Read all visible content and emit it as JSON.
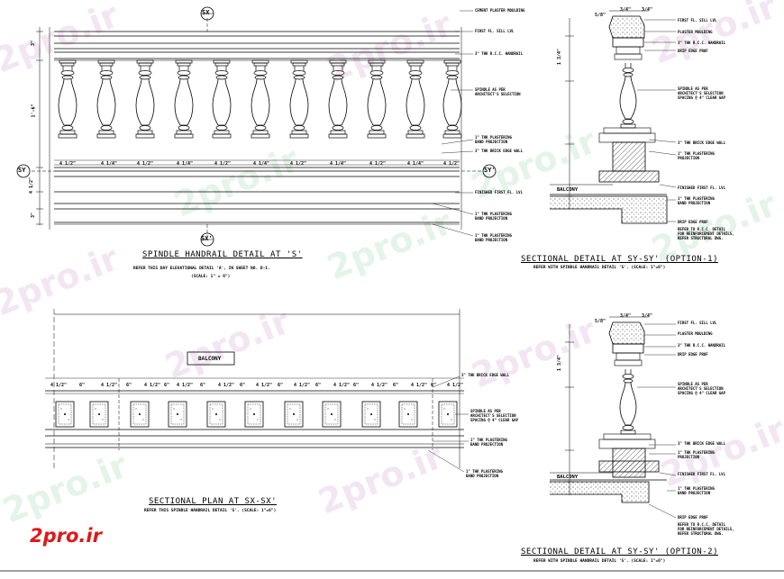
{
  "watermark": "2pro.ir",
  "logo": "2pro.ir",
  "titles": {
    "spindle": "SPINDLE HANDRAIL DETAIL AT 'S'",
    "spindle_sub": "REFER THIS DAY ELEVATIONAL DETAIL 'A', IN SHEET NO. D-1.",
    "spindle_scale": "(SCALE: 1\" = 6\")",
    "plan": "SECTIONAL PLAN AT SX-SX'",
    "plan_sub": "REFER THIS SPINDLE HANDRAIL DETAIL 'S'. (SCALE: 1\"=6\")",
    "sy1": "SECTIONAL DETAIL AT SY-SY' (OPTION-1)",
    "sy1_sub": "REFER WITH SPINDLE HANDRAIL DETAIL 'S'. (SCALE: 1\"=6\")",
    "sy2": "SECTIONAL DETAIL AT SY-SY' (OPTION-2)",
    "sy2_sub": "REFER WITH SPINDLE HANDRAIL DETAIL 'S'. (SCALE: 1\"=6\")"
  },
  "labels": {
    "balcony_plan": "BALCONY",
    "balcony_s1": "BALCONY",
    "balcony_s2": "BALCONY",
    "sx_top": "SX",
    "sx_bottom": "SX'",
    "sy_left": "SY",
    "sy_right": "SY'"
  },
  "notes_elev": [
    "CEMENT PLASTER MOULDING",
    "FIRST FL. SILL LVL",
    "3\" THK R.C.C. HANDRAIL",
    "SPINDLE AS PER\nARCHITECT'S SELECTION",
    "1\" THK PLASTERING\nBAND PROJECTION",
    "3\" THK BRICK EDGE WALL",
    "FINISHED FIRST FL. LVL",
    "1\" THK PLASTERING\nBAND PROJECTION",
    "1\" THK PLASTERING\nBAND PROJECTION"
  ],
  "notes_plan": [
    "3\" THK BRICK EDGE WALL",
    "SPINDLE AS PER\nARCHITECT'S SELECTION\nSPACING @ 4\" CLEAR GAP",
    "1\" THK PLASTERING\nBAND PROJECTION",
    "1\" THK PLASTERING\nBAND PROJECTION"
  ],
  "notes_s1": [
    "FIRST FL. SILL LVL",
    "PLASTER MOULDING",
    "3\" THK R.C.C. HANDRAIL",
    "DRIP EDGE PROF",
    "SPINDLE AS PER\nARCHITECT'S SELECTION\nSPACING @ 4\" CLEAR GAP",
    "3\" THK BRICK EDGE WALL",
    "1\" THK PLASTERING\nPROJECTION",
    "FINISHED FIRST FL. LVL",
    "1\" THK PLASTERING\nBAND PROJECTION",
    "DRIP EDGE PROF",
    "REFER TO R.C.C. DETAIL\nFOR REINFORCEMENT DETAILS,\nREFER STRUCTURAL DWG."
  ],
  "notes_s2": [
    "FIRST FL. SILL LVL",
    "PLASTER MOULDING",
    "3\" THK R.C.C. HANDRAIL",
    "DRIP EDGE PROF",
    "SPINDLE AS PER\nARCHITECT'S SELECTION\nSPACING @ 4\" CLEAR GAP",
    "3\" THK BRICK EDGE WALL",
    "1\" THK PLASTERING\nPROJECTION",
    "FINISHED FIRST FL. LVL",
    "1\" THK PLASTERING\nBAND PROJECTION",
    "DRIP EDGE PROF",
    "REFER TO R.C.C. DETAIL\nFOR REINFORCEMENT DETAILS,\nREFER STRUCTURAL DWG."
  ],
  "dims": {
    "spindle_gap": "4 1/2\"",
    "spindle_gap2": "4 1/4\"",
    "plan_gap": "4 1/2\"",
    "plan_w": "6\"",
    "sec_top": "5/8\"",
    "sec_w": "3/4\"",
    "sec_h": "1 3/4\"",
    "sec_side": "3/4\"",
    "elev_h1": "1'-6\"",
    "elev_h2": "3\"",
    "elev_h3": "4 1/2\"",
    "elev_h4": "3\""
  },
  "colors": {
    "logo": "#e01818",
    "watermark_pink": "#c88cc8",
    "watermark_green": "#78c88c"
  }
}
